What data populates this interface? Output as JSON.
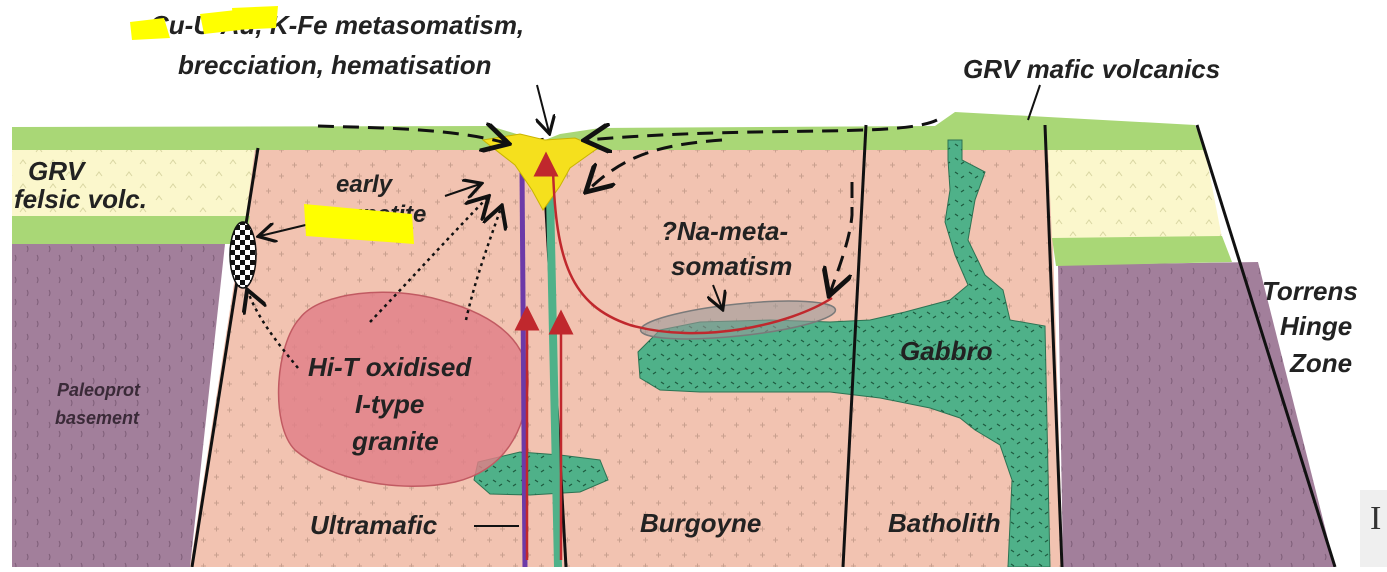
{
  "labels": {
    "top_line1": "Cu-U-Au, K-Fe metasomatism,",
    "top_line2": "brecciation, hematisation",
    "grv_mafic": "GRV mafic volcanics",
    "grv_felsic_1": "GRV",
    "grv_felsic_2": "felsic volc.",
    "early": "early",
    "magnetite": "magnetite",
    "na_meta_1": "?Na-meta-",
    "na_meta_2": "somatism",
    "torrens_1": "Torrens",
    "torrens_2": "Hinge",
    "torrens_3": "Zone",
    "gabbro": "Gabbro",
    "granite_1": "Hi-T oxidised",
    "granite_2": "I-type",
    "granite_3": "granite",
    "paleoprot_1": "Paleoprot",
    "paleoprot_2": "basement",
    "ultramafic": "Ultramafic",
    "burgoyne": "Burgoyne",
    "batholith": "Batholith",
    "corner": "I"
  },
  "colors": {
    "mafic_green": "#a9d776",
    "felsic_cream": "#fbf7cc",
    "basement_purple": "#a27f9b",
    "batholith_pink": "#f2c3b1",
    "gabbro_green": "#4fb189",
    "granite_red": "#e07f87",
    "ore_yellow": "#f5e01d",
    "redaction_yellow": "#ffff00",
    "dyke_purple": "#6c3aa8",
    "fluid_red": "#c0282d"
  }
}
